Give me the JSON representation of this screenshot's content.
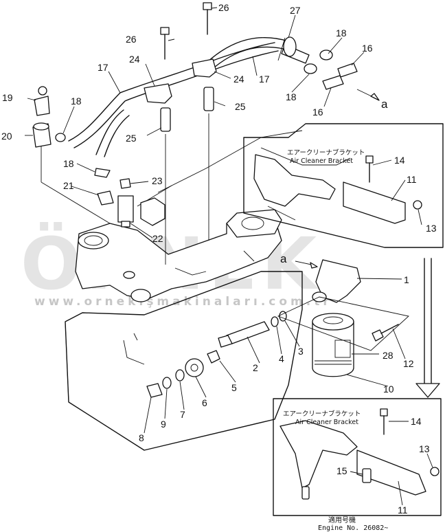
{
  "watermark": {
    "brand": "ÖRNEK",
    "url": "www.ornekişmakinaları.com.tr"
  },
  "callouts": {
    "c1": "1",
    "c2": "2",
    "c3": "3",
    "c4": "4",
    "c5": "5",
    "c6": "6",
    "c7": "7",
    "c8": "8",
    "c9": "9",
    "c10": "10",
    "c11a": "11",
    "c11b": "11",
    "c12": "12",
    "c13a": "13",
    "c13b": "13",
    "c14a": "14",
    "c14b": "14",
    "c15": "15",
    "c16a": "16",
    "c16b": "16",
    "c17a": "17",
    "c17b": "17",
    "c18a": "18",
    "c18b": "18",
    "c18c": "18",
    "c18d": "18",
    "c19": "19",
    "c20": "20",
    "c21": "21",
    "c22": "22",
    "c23": "23",
    "c24a": "24",
    "c24b": "24",
    "c25a": "25",
    "c25b": "25",
    "c26a": "26",
    "c26b": "26",
    "c27": "27",
    "c28": "28",
    "ref_a1": "a",
    "ref_a2": "a"
  },
  "inset_top": {
    "label_jp": "エアークリーナブラケット",
    "label_en": "Air Cleaner Bracket"
  },
  "inset_bottom": {
    "label_jp": "エアークリーナブラケット",
    "label_en": "Air Cleaner Bracket",
    "footer_jp": "適用号機",
    "footer_en": "Engine No. 26082~"
  }
}
